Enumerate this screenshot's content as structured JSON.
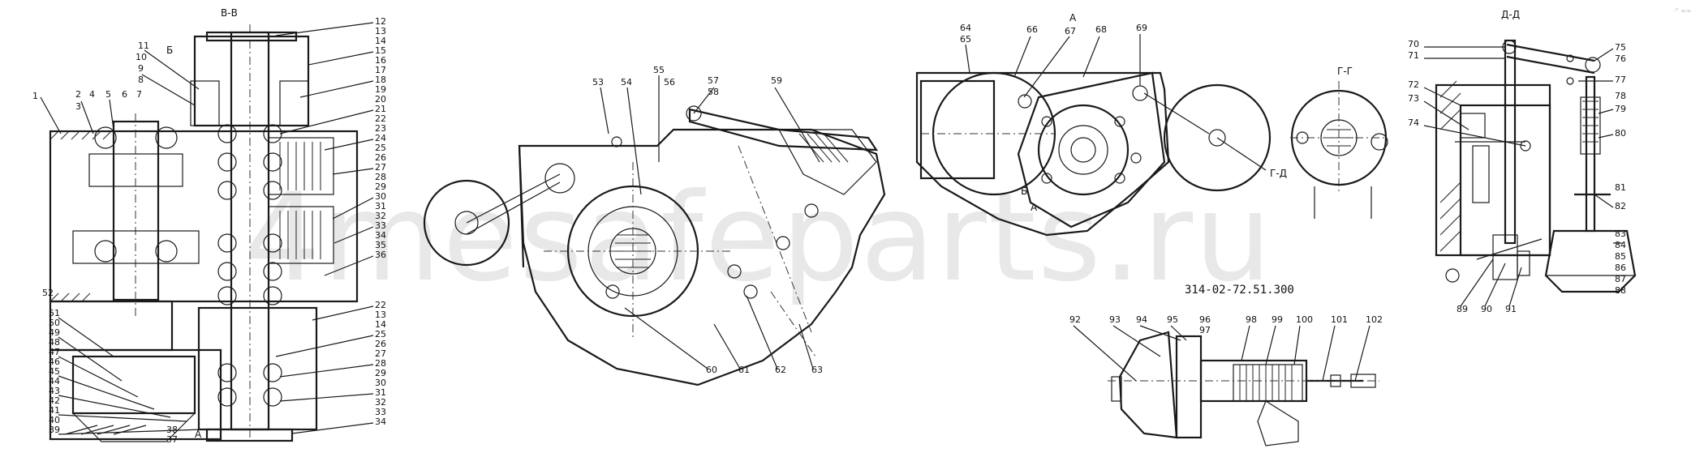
{
  "document_number": "314-02-72.51.300",
  "watermark": "4mesafeparts.ru",
  "corner_mark": "·° ∞∞",
  "section_labels": {
    "bb": "В-В",
    "gg": "Г-Г",
    "dd": "Д-Д",
    "b_arrow": "Б",
    "a_arrow": "А",
    "b_view": "Б",
    "a_view": "А",
    "a_view2": "А",
    "g_arrow": "Г-Д"
  },
  "callouts": {
    "left_side": [
      "1",
      "2",
      "3",
      "4",
      "5",
      "6",
      "7",
      "8",
      "9",
      "10",
      "11"
    ],
    "left_bottom": [
      "52",
      "51",
      "50",
      "49",
      "48",
      "47",
      "46",
      "45",
      "44",
      "43",
      "42",
      "41",
      "40",
      "39",
      "38",
      "37"
    ],
    "right_stack": [
      "12",
      "13",
      "14",
      "15",
      "16",
      "17",
      "18",
      "19",
      "20",
      "21",
      "22",
      "23",
      "24",
      "25",
      "26",
      "27",
      "28",
      "29",
      "30",
      "31",
      "32",
      "33",
      "34",
      "35",
      "36"
    ],
    "right_stack_lower": [
      "22",
      "13",
      "14",
      "25",
      "26",
      "27",
      "28",
      "29",
      "30",
      "31",
      "32",
      "33",
      "34"
    ],
    "middle_top": [
      "53",
      "54",
      "55",
      "56",
      "57",
      "58",
      "59"
    ],
    "middle_bottom": [
      "60",
      "61",
      "62",
      "63"
    ],
    "view_a_top": [
      "64",
      "65",
      "66",
      "67",
      "68",
      "69"
    ],
    "view_dd_right": [
      "75",
      "76",
      "77",
      "78",
      "79",
      "80",
      "81",
      "82",
      "83",
      "84",
      "85",
      "86",
      "87",
      "88"
    ],
    "view_dd_left": [
      "70",
      "71",
      "72",
      "73",
      "74"
    ],
    "view_dd_bottom": [
      "89",
      "90",
      "91"
    ],
    "bottom_assembly": [
      "92",
      "93",
      "94",
      "95",
      "96",
      "97",
      "98",
      "99",
      "100",
      "101",
      "102"
    ]
  }
}
